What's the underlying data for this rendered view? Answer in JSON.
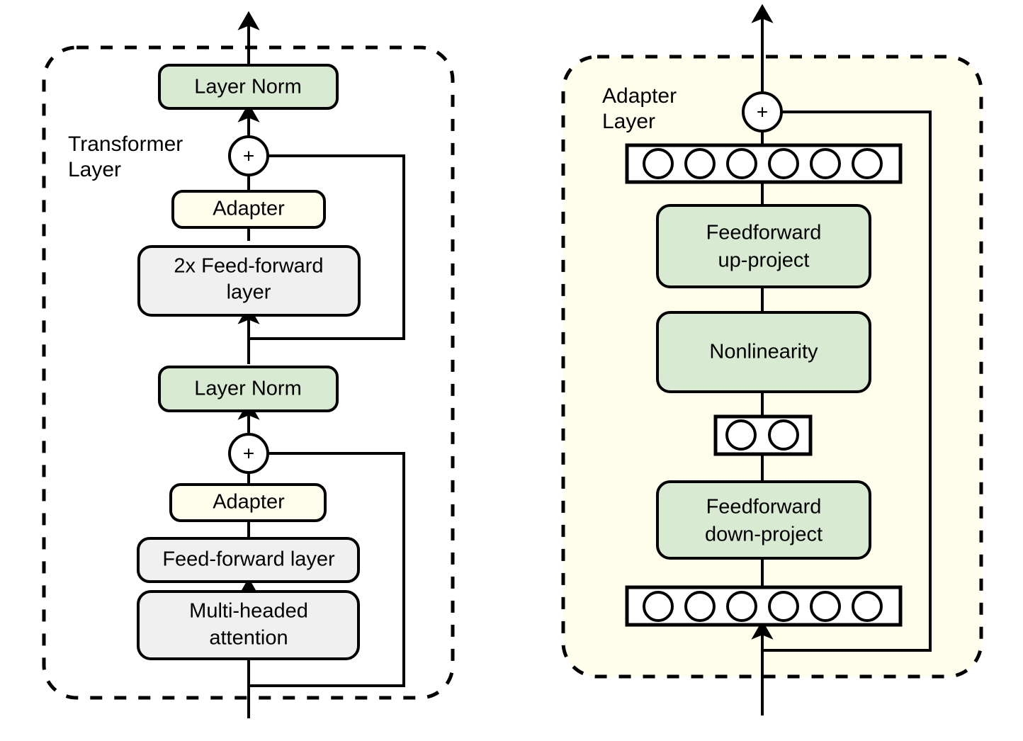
{
  "figure": {
    "type": "architecture-diagram",
    "panels": [
      {
        "id": "transformer-layer",
        "label": "Transformer\nLayer",
        "label_line1": "Transformer",
        "label_line2": "Layer",
        "background": "#ffffff",
        "border": "dashed",
        "nodes": [
          {
            "id": "layer-norm-top",
            "label": "Layer Norm",
            "fill": "#d9ead3",
            "shape": "rounded-rect"
          },
          {
            "id": "add-top",
            "label": "+",
            "fill": "#ffffff",
            "shape": "circle"
          },
          {
            "id": "adapter-top",
            "label": "Adapter",
            "fill": "#fffdeb",
            "shape": "rounded-rect"
          },
          {
            "id": "feed-forward-2x",
            "label": "2x Feed-forward layer",
            "label_line1": "2x Feed-forward",
            "label_line2": "layer",
            "fill": "#f0f0f0",
            "shape": "rounded-rect"
          },
          {
            "id": "layer-norm-bottom",
            "label": "Layer Norm",
            "fill": "#d9ead3",
            "shape": "rounded-rect"
          },
          {
            "id": "add-bottom",
            "label": "+",
            "fill": "#ffffff",
            "shape": "circle"
          },
          {
            "id": "adapter-bottom",
            "label": "Adapter",
            "fill": "#fffdeb",
            "shape": "rounded-rect"
          },
          {
            "id": "feed-forward-layer",
            "label": "Feed-forward layer",
            "fill": "#f0f0f0",
            "shape": "rounded-rect"
          },
          {
            "id": "multi-headed-attention",
            "label": "Multi-headed attention",
            "label_line1": "Multi-headed",
            "label_line2": "attention",
            "fill": "#f0f0f0",
            "shape": "rounded-rect"
          }
        ]
      },
      {
        "id": "adapter-layer",
        "label": "Adapter\nLayer",
        "label_line1": "Adapter",
        "label_line2": "Layer",
        "background": "#fffdeb",
        "border": "dashed",
        "nodes": [
          {
            "id": "add-adapter",
            "label": "+",
            "fill": "#ffffff",
            "shape": "circle"
          },
          {
            "id": "output-vector",
            "label": "",
            "fill": "#ffffff",
            "shape": "vector",
            "units": 6
          },
          {
            "id": "feedforward-up-project",
            "label": "Feedforward up-project",
            "label_line1": "Feedforward",
            "label_line2": "up-project",
            "fill": "#d9ead3",
            "shape": "rounded-rect"
          },
          {
            "id": "nonlinearity",
            "label": "Nonlinearity",
            "fill": "#d9ead3",
            "shape": "rounded-rect"
          },
          {
            "id": "bottleneck-vector",
            "label": "",
            "fill": "#ffffff",
            "shape": "vector",
            "units": 2
          },
          {
            "id": "feedforward-down-project",
            "label": "Feedforward down-project",
            "label_line1": "Feedforward",
            "label_line2": "down-project",
            "fill": "#d9ead3",
            "shape": "rounded-rect"
          },
          {
            "id": "input-vector",
            "label": "",
            "fill": "#ffffff",
            "shape": "vector",
            "units": 6
          }
        ]
      }
    ],
    "colors": {
      "green": "#d9ead3",
      "cream": "#fffdeb",
      "gray": "#f0f0f0",
      "white": "#ffffff",
      "stroke": "#000000"
    }
  },
  "left": {
    "panel_label_line1": "Transformer",
    "panel_label_line2": "Layer",
    "layer_norm_top": "Layer Norm",
    "add_top": "+",
    "adapter_top": "Adapter",
    "feed_forward_2x_line1": "2x Feed-forward",
    "feed_forward_2x_line2": "layer",
    "layer_norm_bottom": "Layer Norm",
    "add_bottom": "+",
    "adapter_bottom": "Adapter",
    "feed_forward_layer": "Feed-forward layer",
    "multi_headed_attention_line1": "Multi-headed",
    "multi_headed_attention_line2": "attention"
  },
  "right": {
    "panel_label_line1": "Adapter",
    "panel_label_line2": "Layer",
    "add_adapter": "+",
    "feedforward_up_line1": "Feedforward",
    "feedforward_up_line2": "up-project",
    "nonlinearity": "Nonlinearity",
    "feedforward_down_line1": "Feedforward",
    "feedforward_down_line2": "down-project"
  }
}
